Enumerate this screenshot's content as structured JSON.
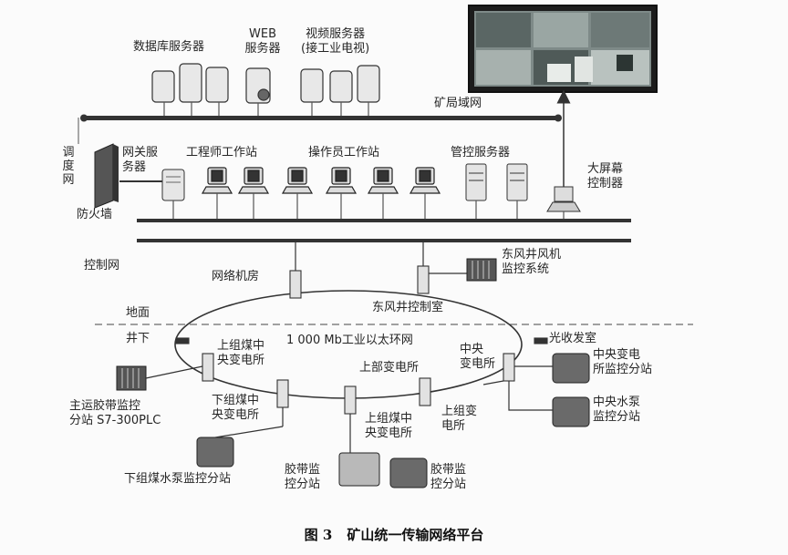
{
  "labels": {
    "db_server": "数据库服务器",
    "web_server": "WEB\n服务器",
    "video_server": "视频服务器\n(接工业电视)",
    "mine_lan": "矿局域网",
    "dispatch_net": "调度网",
    "gateway_server": "网关服\n务器",
    "firewall": "防火墙",
    "engineer_ws": "工程师工作站",
    "operator_ws": "操作员工作站",
    "mgmt_server": "管控服务器",
    "bigscreen_ctrl": "大屏幕\n控制器",
    "control_net": "控制网",
    "net_room": "网络机房",
    "east_fan": "东风井风机\n监控系统",
    "east_shaft_ctrl": "东风井控制室",
    "ground": "地面",
    "underground": "井下",
    "ring": "1 000 Mb工业以太环网",
    "optical_room": "光收发室",
    "upper_coal_central": "上组煤中\n央变电所",
    "upper_substation": "上部变电所",
    "central_sub": "中央\n变电所",
    "central_sub_monitor": "中央变电\n所监控分站",
    "main_belt": "主运胶带监控\n分站 S7-300PLC",
    "lower_coal_central": "下组煤中\n央变电所",
    "upper_coal_central2": "上组煤中\n央变电所",
    "upper_sub2": "上组变\n电所",
    "central_pump": "中央水泵\n监控分站",
    "lower_pump": "下组煤水泵监控分站",
    "belt_station1": "胶带监\n控分站",
    "belt_station2": "胶带监\n控分站"
  },
  "caption": {
    "number": "图 3",
    "title": "矿山统一传输网络平台"
  }
}
